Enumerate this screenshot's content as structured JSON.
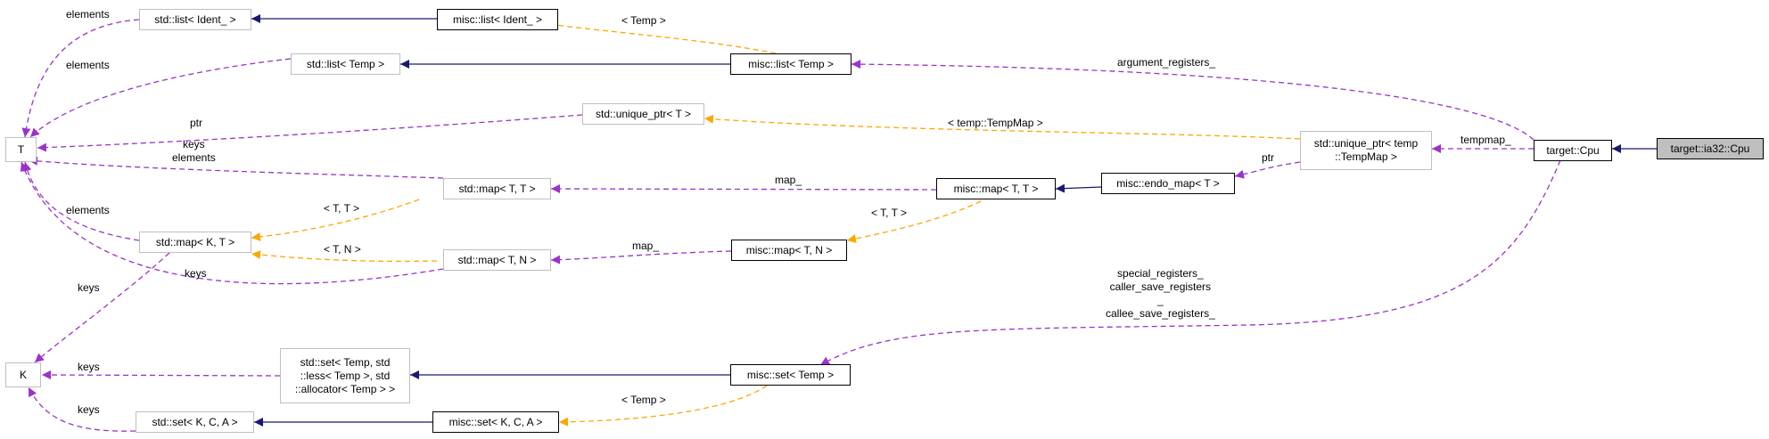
{
  "colors": {
    "inheritance": "#191970",
    "usage": "#9a32cd",
    "template": "#ffa500",
    "external_border": "#bfbfbf",
    "focus_fill": "#bfbfbf"
  },
  "nodes": {
    "T": "T",
    "K": "K",
    "std_list_ident": "std::list< Ident_ >",
    "misc_list_ident": "misc::list< Ident_ >",
    "std_list_temp": "std::list< Temp >",
    "misc_list_temp": "misc::list< Temp >",
    "std_unique_ptr_t": "std::unique_ptr< T >",
    "std_unique_ptr_tempmap": "std::unique_ptr< temp\n::TempMap >",
    "target_cpu": "target::Cpu",
    "target_ia32_cpu": "target::ia32::Cpu",
    "std_map_tt": "std::map< T, T >",
    "misc_map_tt": "misc::map< T, T >",
    "misc_endo_map": "misc::endo_map< T >",
    "std_map_kt": "std::map< K, T >",
    "std_map_tn": "std::map< T, N >",
    "misc_map_tn": "misc::map< T, N >",
    "std_set_temp": "std::set< Temp, std\n::less< Temp >, std\n::allocator< Temp > >",
    "misc_set_temp": "misc::set< Temp >",
    "std_set_kca": "std::set< K, C, A >",
    "misc_set_kca": "misc::set< K, C, A >"
  },
  "edge_labels": {
    "elements_list_ident": "elements",
    "temp_misc_list_ident": "< Temp >",
    "elements_list_temp": "elements",
    "argument_registers": "argument_registers_",
    "ptr_unique_t": "ptr",
    "tempmap_unique": "< temp::TempMap >",
    "tempmap_": "tempmap_",
    "ptr_tempmap": "ptr",
    "keys_elements_map_tt": "keys\nelements",
    "map_tt": "map_",
    "tt_std_map_kt": "< T, T >",
    "tt_misc_map_tt": "< T, T >",
    "elements_map_kt": "elements",
    "tn_std_map_kt": "< T, N >",
    "map_tn": "map_",
    "keys_map_tn": "keys",
    "keys_map_kt": "keys",
    "registers": "special_registers_\ncaller_save_registers\n_\ncallee_save_registers_",
    "keys_set_temp": "keys",
    "temp_misc_set_temp": "< Temp >",
    "keys_set_kca": "keys"
  }
}
